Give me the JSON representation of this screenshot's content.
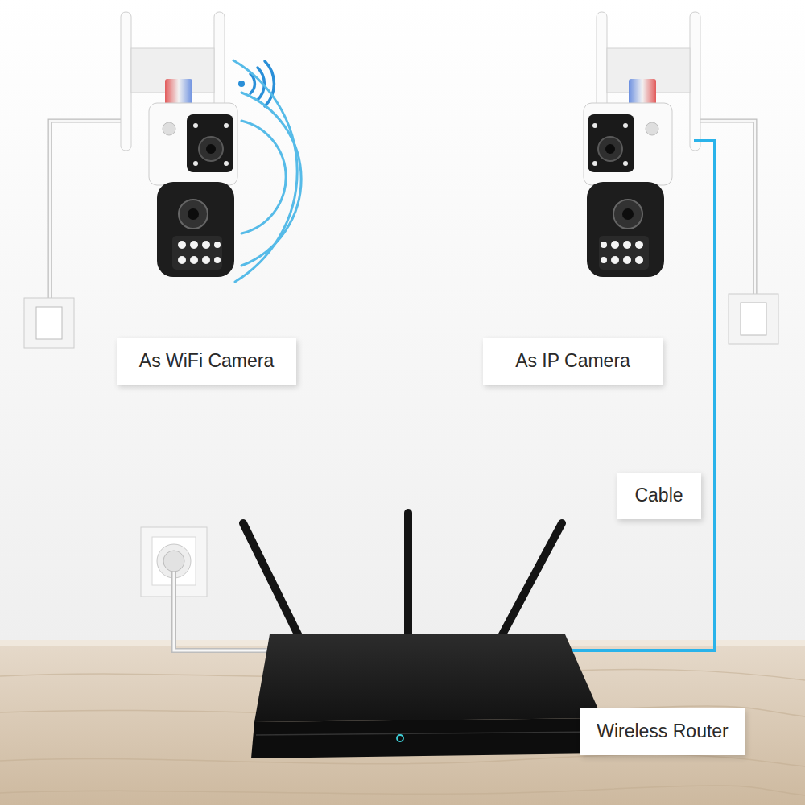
{
  "diagram": {
    "nodes": [
      {
        "text": [
          "As WiFi Camera"
        ]
      },
      {
        "text": [
          "As IP Camera"
        ]
      },
      {
        "text": [
          "Cable"
        ]
      },
      {
        "text": [
          "Wireless Router"
        ]
      }
    ]
  }
}
